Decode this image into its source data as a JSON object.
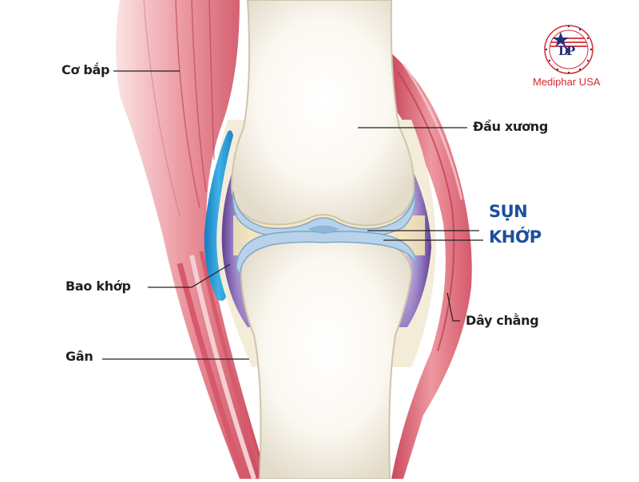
{
  "diagram": {
    "subject": "Knee joint anatomy",
    "labels": {
      "muscle": "Cơ bắp",
      "bone_end": "Đầu xương",
      "cartilage_line1": "SỤN",
      "cartilage_line2": "KHỚP",
      "joint_capsule": "Bao khớp",
      "ligament": "Dây chằng",
      "tendon": "Gân"
    },
    "colors": {
      "muscle": "#d9576a",
      "bone": "#efe9dc",
      "cartilage": "#a9c8e2",
      "synovial": "#7a5aa6",
      "bursa": "#2e9bd6",
      "label_text": "#231f20",
      "title_text": "#1d4f9c",
      "brand": "#d62a2f"
    }
  },
  "logo": {
    "monogram": "DP",
    "brand_name": "Mediphar USA"
  }
}
